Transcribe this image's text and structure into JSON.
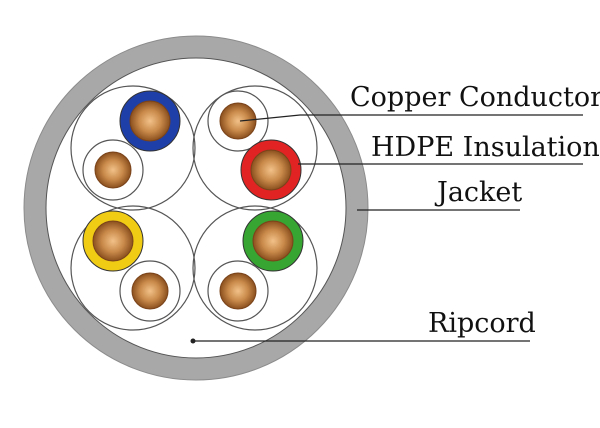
{
  "labels": {
    "copper_conductor": "Copper Conductor",
    "hdpe_insulation": "HDPE Insulation",
    "jacket": "Jacket",
    "ripcord": "Ripcord"
  },
  "colors": {
    "jacket": "#a8a8a8",
    "background": "#ffffff",
    "outline": "#444444",
    "copper": "#c98a4a",
    "copper_dark": "#8a4f1e",
    "insulation_blue": "#1f3fa8",
    "insulation_red": "#e12323",
    "insulation_yellow": "#f1cc14",
    "insulation_green": "#36a532",
    "insulation_white": "#ffffff"
  },
  "pairs": [
    {
      "name": "pair-top-left",
      "colored": "insulation_blue"
    },
    {
      "name": "pair-top-right",
      "colored": "insulation_red"
    },
    {
      "name": "pair-bottom-left",
      "colored": "insulation_yellow"
    },
    {
      "name": "pair-bottom-right",
      "colored": "insulation_green"
    }
  ]
}
